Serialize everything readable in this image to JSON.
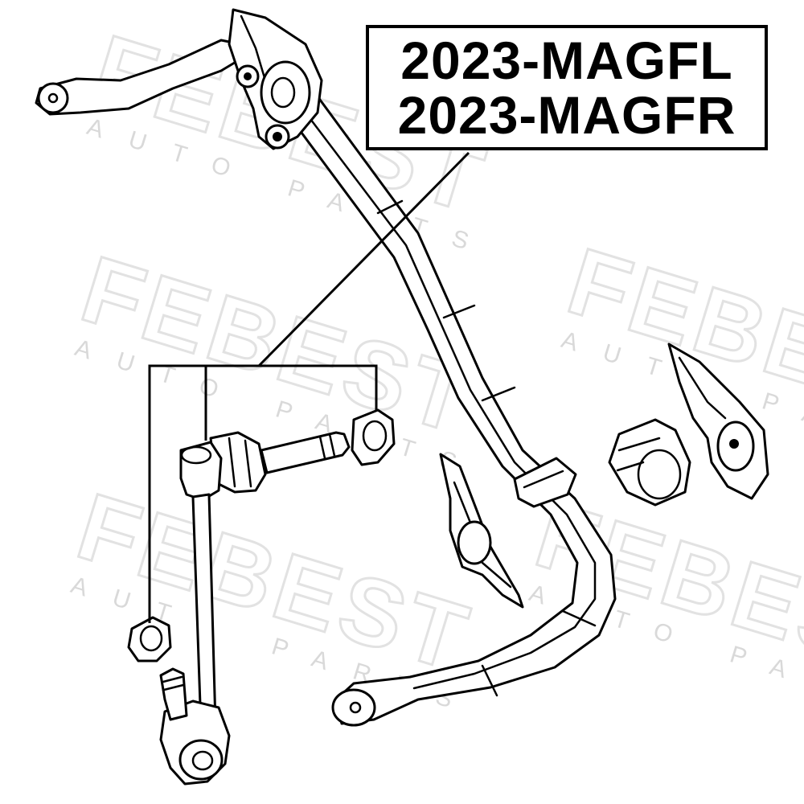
{
  "watermark": {
    "brand": "FEBEST",
    "sub": "AUTO PARTS"
  },
  "part_numbers": [
    "2023-MAGFL",
    "2023-MAGFR"
  ],
  "colors": {
    "line": "#000000",
    "background": "#ffffff",
    "watermark": "#e2e2e2"
  }
}
